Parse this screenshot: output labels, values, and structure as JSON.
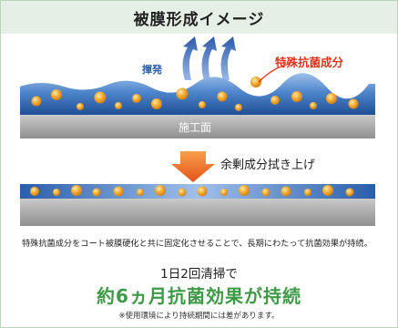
{
  "title": "被膜形成イメージ",
  "labels": {
    "volatile": "揮発",
    "agent": "特殊抗菌成分",
    "surface": "施工面",
    "wipe": "余剰成分拭き上げ"
  },
  "description": "特殊抗菌成分をコート被膜硬化と共に固定化させることで、長期にわたって抗菌効果が持続。",
  "frequency": "1日2回清掃で",
  "headline": "約6ヵ月抗菌効果が持続",
  "note": "※使用環境により持続期間には差があります。",
  "colors": {
    "accent_red": "#e8311a",
    "green": "#3e9a46",
    "blue_coat": "#2b5fa8",
    "particle": "#f0a020",
    "arrow_orange": "#f07030"
  }
}
